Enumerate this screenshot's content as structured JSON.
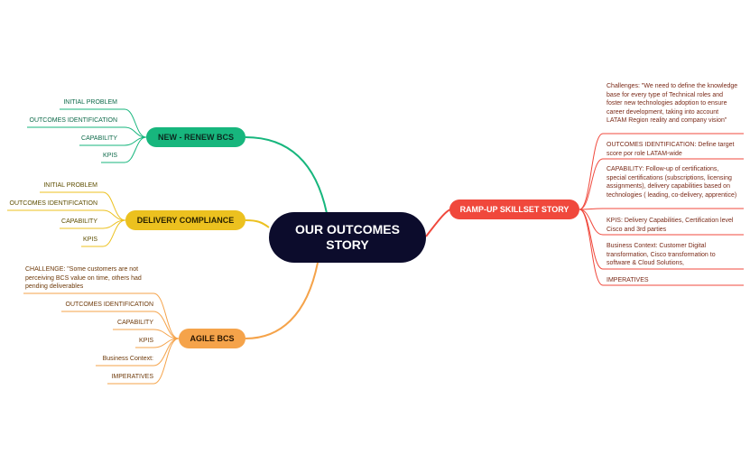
{
  "central": {
    "title": "OUR OUTCOMES STORY"
  },
  "colors": {
    "central": "#0c0c2c",
    "green": "#17b67d",
    "yellow": "#ecc11f",
    "orange": "#f5a34a",
    "red": "#f0483c"
  },
  "branches": {
    "new_renew": {
      "label": "NEW - RENEW BCS",
      "children": [
        "INITIAL PROBLEM",
        "OUTCOMES IDENTIFICATION",
        "CAPABILITY",
        "KPIS"
      ]
    },
    "delivery": {
      "label": "DELIVERY COMPLIANCE",
      "children": [
        "INITIAL PROBLEM",
        "OUTCOMES IDENTIFICATION",
        "CAPABILITY",
        "KPIS"
      ]
    },
    "agile": {
      "label": "AGILE BCS",
      "children": [
        "CHALLENGE: \"Some customers are not perceiving BCS value on time, others had pending deliverables",
        "OUTCOMES IDENTIFICATION",
        "CAPABILITY",
        "KPIS",
        "Business Context:",
        "IMPERATIVES"
      ]
    },
    "ramp_up": {
      "label": "RAMP-UP SKILLSET STORY",
      "children": [
        "Challenges: \"We need to define the knowledge base for every type of Technical roles and foster new technologies adoption to ensure career development, taking into account LATAM Region reality and company vision\"",
        "OUTCOMES IDENTIFICATION: Define target score por role LATAM-wide",
        "CAPABILITY: Follow-up of certifications, special certifications (subscriptions, licensing assignments),  delivery capabilities based on technologies ( leading, co-delivery, apprentice)",
        "KPIS: Delivery Capabilities, Certification level Cisco and 3rd parties",
        "Business Context: Customer Digital transformation, Cisco transformation to software & Cloud Solutions,",
        "IMPERATIVES"
      ]
    }
  }
}
